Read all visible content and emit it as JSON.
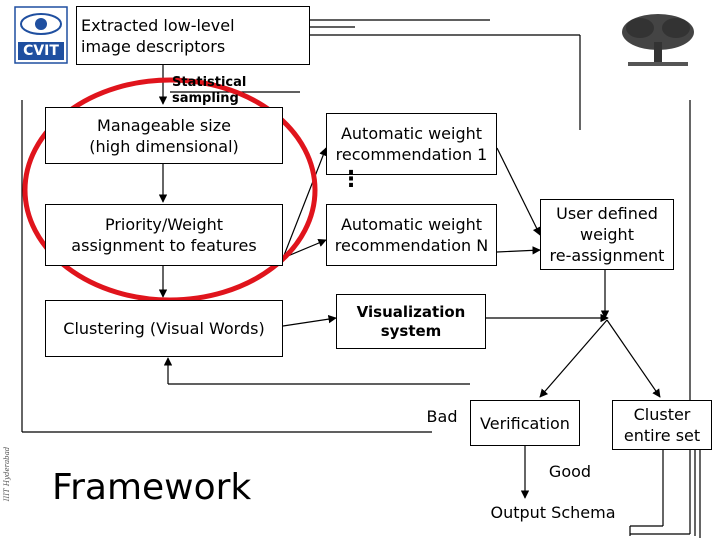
{
  "nodes": {
    "extracted": "Extracted low-level\nimage descriptors",
    "manageable": "Manageable size\n(high dimensional)",
    "priority": "Priority/Weight\nassignment to features",
    "clustering": "Clustering (Visual Words)",
    "auto1": "Automatic weight\nrecommendation 1",
    "autoN": "Automatic weight\nrecommendation N",
    "user_defined": "User defined\nweight\nre-assignment",
    "visualization": "Visualization\nsystem",
    "verification": "Verification",
    "cluster_entire": "Cluster\nentire set",
    "output_schema": "Output Schema"
  },
  "edge_labels": {
    "statistical": "Statistical sampling",
    "bad": "Bad",
    "good": "Good",
    "ellipsis": "⋮"
  },
  "slide": {
    "title": "Framework",
    "logo_text": "CVIT",
    "sidebar_text": "IIIT Hyderabad"
  },
  "colors": {
    "highlight": "#e0141c",
    "logo_blue": "#1f4fa0"
  }
}
